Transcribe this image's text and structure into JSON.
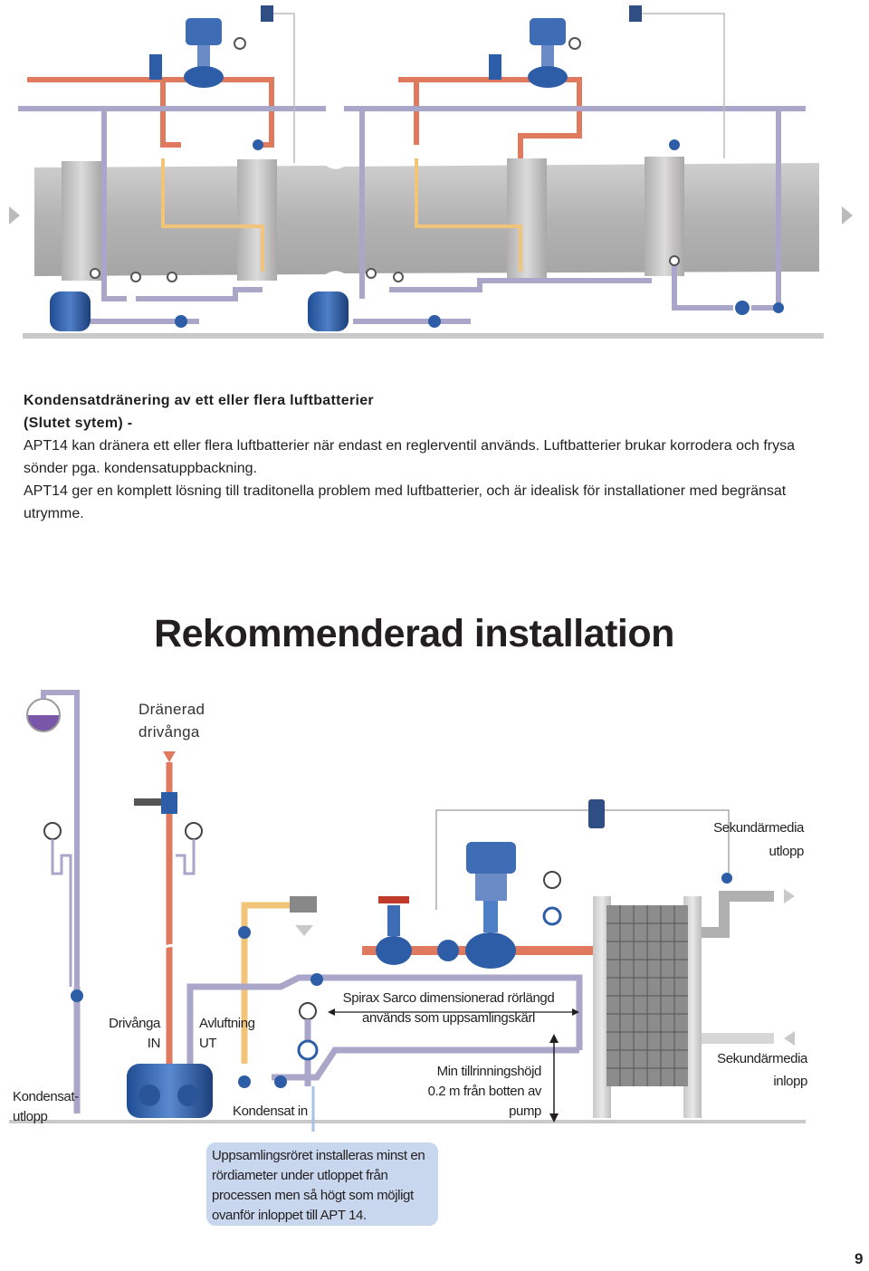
{
  "intro": {
    "title_line1": "Kondensatdränering av ett eller flera luftbatterier",
    "title_line2": "(Slutet sytem) -",
    "para1": "APT14 kan dränera ett eller flera luftbatterier när endast en reglerventil används. Luftbatterier brukar korrodera och frysa sönder pga. kondensatuppbackning.",
    "para2": " APT14 ger en komplett lösning till traditonella problem med luftbatterier, och är idealisk för installationer med begränsat utrymme."
  },
  "heading": "Rekommenderad installation",
  "labels": {
    "dranerad_1": "Dränerad",
    "dranerad_2": "drivånga",
    "sek_ut_1": "Sekundärmedia",
    "sek_ut_2": "utlopp",
    "spirax_1": "Spirax Sarco dimensionerad rörlängd",
    "spirax_2": "används som uppsamlingskärl",
    "drivanga_1": "Drivånga",
    "drivanga_2": "IN",
    "avluft_1": "Avluftning",
    "avluft_2": "UT",
    "min_1": "Min tillrinningshöjd",
    "min_2": "0.2 m från botten av",
    "min_3": "pump",
    "sek_in_1": "Sekundärmedia",
    "sek_in_2": "inlopp",
    "kond_ut_1": "Kondensat-",
    "kond_ut_2": "utlopp",
    "kond_in": "Kondensat in"
  },
  "note": {
    "line1": "Uppsamlingsröret installeras minst en",
    "line2": "rördiameter under utloppet från",
    "line3": "processen men så högt som möjligt",
    "line4": "ovanför inloppet till APT 14."
  },
  "page_number": "9",
  "colors": {
    "steam_pipe": "#e07a5f",
    "condensate_pipe": "#a9a6c9",
    "air_pipe": "#f2c47a",
    "duct": "#b9b8b8",
    "equipment_blue": "#2f5fa8",
    "note_bg": "#c9d7ee"
  }
}
